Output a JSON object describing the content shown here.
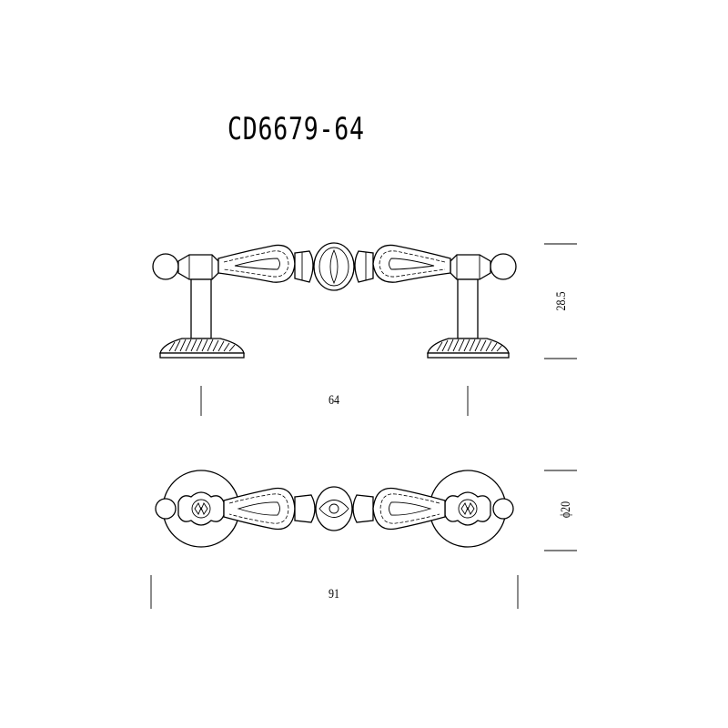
{
  "title": "CD6679-64",
  "dimensions": {
    "height": "28.5",
    "hole_spacing": "64",
    "diameter": "ϕ20",
    "overall_length": "91"
  }
}
